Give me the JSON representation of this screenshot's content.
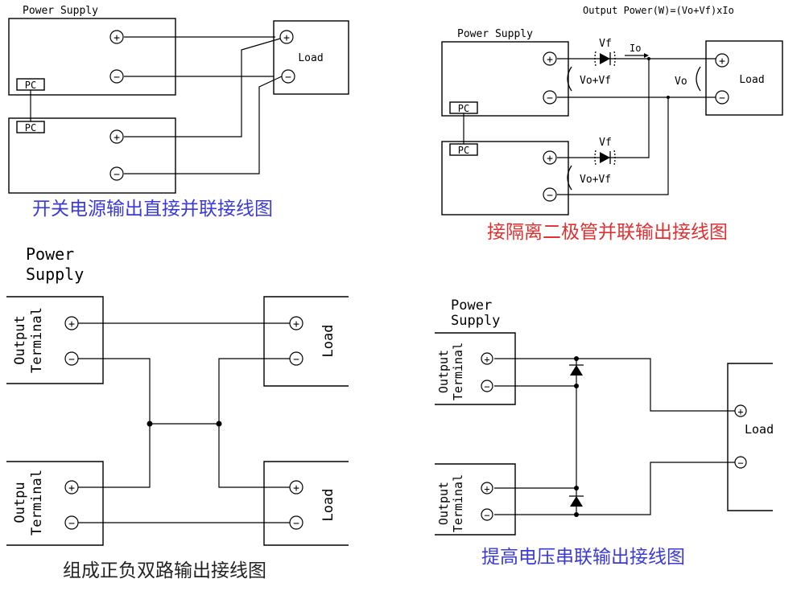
{
  "diagrams": {
    "d1": {
      "supply_label": "Power Supply",
      "pc_label": "PC",
      "load_label": "Load",
      "plus": "+",
      "minus": "−",
      "caption": "开关电源输出直接并联接线图",
      "caption_color": "#3a3ad8"
    },
    "d2": {
      "formula": "Output Power(W)=(Vo+Vf)xIo",
      "supply_label": "Power Supply",
      "pc_label": "PC",
      "load_label": "Load",
      "vf_label": "Vf",
      "io_label": "Io",
      "vovf_label": "Vo+Vf",
      "vo_label": "Vo",
      "plus": "+",
      "minus": "−",
      "caption": "接隔离二极管并联输出接线图",
      "caption_color": "#e03030"
    },
    "d3": {
      "supply_line1": "Power",
      "supply_line2": "Supply",
      "output_label": "Output",
      "output_label_2": "Outpu\u0016",
      "terminal_label": "Terminal",
      "load_label": "Load",
      "plus": "+",
      "minus": "−",
      "caption": "组成正负双路输出接线图",
      "caption_color": "#222222"
    },
    "d4": {
      "supply_line1": "Power",
      "supply_line2": "Supply",
      "output_label": "Output",
      "terminal_label": "Terminal",
      "load_label": "Load",
      "plus": "+",
      "minus": "−",
      "caption": "提高电压串联输出接线图",
      "caption_color": "#3a3ad8"
    }
  }
}
